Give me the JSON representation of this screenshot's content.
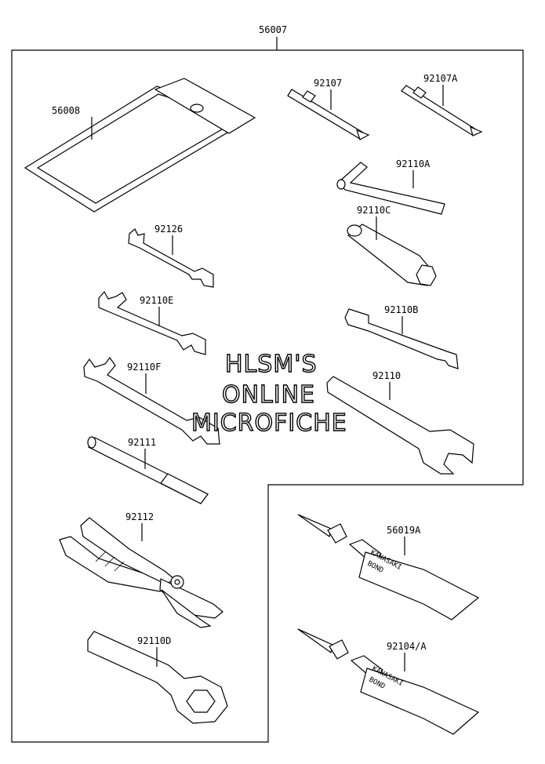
{
  "assembly_label": "56007",
  "watermark": [
    "HLSM'S",
    "ONLINE",
    "MICROFICHE"
  ],
  "parts": {
    "p56008": "56008",
    "p92107": "92107",
    "p92107A": "92107A",
    "p92110A": "92110A",
    "p92126": "92126",
    "p92110C": "92110C",
    "p92110E": "92110E",
    "p92110B": "92110B",
    "p92110F": "92110F",
    "p92110": "92110",
    "p92111": "92111",
    "p92112": "92112",
    "p92110D": "92110D",
    "p56019A": "56019A",
    "p92104A": "92104/A"
  },
  "tube_print": [
    "KAWASAKI",
    "BOND"
  ]
}
